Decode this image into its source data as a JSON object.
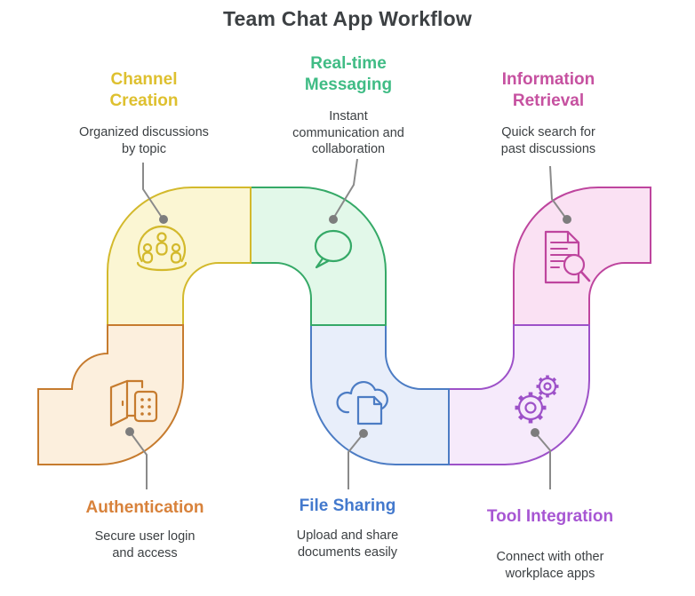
{
  "title": "Team Chat App Workflow",
  "steps": [
    {
      "id": "channel-creation",
      "title": "Channel Creation",
      "description": "Organized discussions by topic",
      "title_color": "#dec02f",
      "pipe_fill": "#fbf6d3",
      "pipe_stroke": "#d3b92c",
      "icon": "team-group-icon"
    },
    {
      "id": "realtime-messaging",
      "title": "Real-time Messaging",
      "description": "Instant communication and collaboration",
      "title_color": "#40bc85",
      "pipe_fill": "#e2f8e9",
      "pipe_stroke": "#35a967",
      "icon": "chat-bubble-icon"
    },
    {
      "id": "information-retrieval",
      "title": "Information Retrieval",
      "description": "Quick search for past discussions",
      "title_color": "#c651a0",
      "pipe_fill": "#fae1f3",
      "pipe_stroke": "#be459e",
      "icon": "document-search-icon"
    },
    {
      "id": "authentication",
      "title": "Authentication",
      "description": "Secure user login and access",
      "title_color": "#d8823b",
      "pipe_fill": "#fcefdd",
      "pipe_stroke": "#c67b2e",
      "icon": "door-access-icon"
    },
    {
      "id": "file-sharing",
      "title": "File Sharing",
      "description": "Upload and share documents easily",
      "title_color": "#4379cd",
      "pipe_fill": "#e8eefa",
      "pipe_stroke": "#4c7cc4",
      "icon": "cloud-file-icon"
    },
    {
      "id": "tool-integration",
      "title": "Tool Integration",
      "description": "Connect with other workplace apps",
      "title_color": "#a756d3",
      "pipe_fill": "#f6eafb",
      "pipe_stroke": "#9d51c8",
      "icon": "gears-icon"
    }
  ],
  "text_color": "#3c4043",
  "connector_color": "#8a8a8a"
}
